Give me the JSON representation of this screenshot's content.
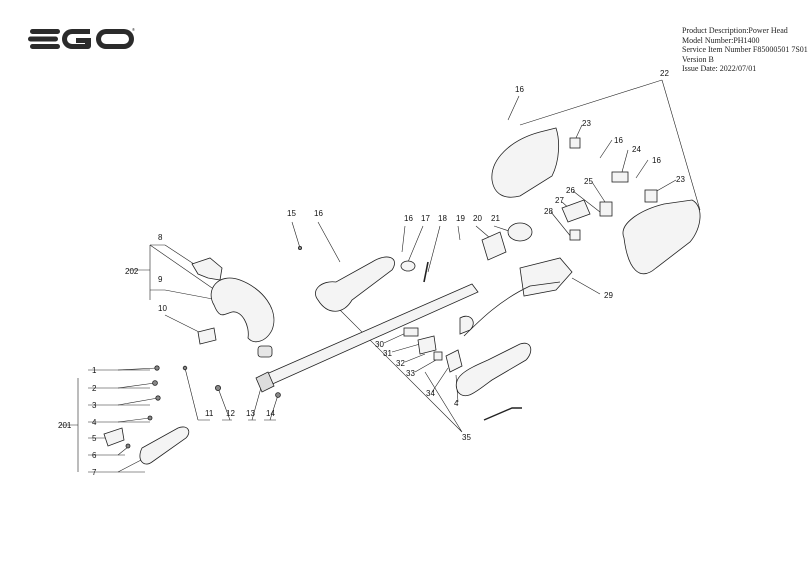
{
  "logo_text": "EGO",
  "product_info": {
    "description": "Product Description:Power Head",
    "model": "Model Number:PH1400",
    "service_item": "Service Item Number F85000501 7S01",
    "version": "Version B",
    "issue_date": "Issue Date: 2022/07/01"
  },
  "callouts": [
    "1",
    "2",
    "3",
    "4",
    "5",
    "6",
    "7",
    "8",
    "9",
    "10",
    "11",
    "12",
    "13",
    "14",
    "15",
    "16",
    "16",
    "16",
    "16",
    "16",
    "17",
    "18",
    "19",
    "20",
    "21",
    "22",
    "23",
    "23",
    "24",
    "25",
    "26",
    "27",
    "28",
    "29",
    "30",
    "31",
    "32",
    "33",
    "34",
    "4",
    "35",
    "201",
    "202"
  ],
  "colors": {
    "line": "#222222",
    "part_fill": "#f4f4f4",
    "dark": "#333333",
    "logo": "#2b2b2b"
  }
}
